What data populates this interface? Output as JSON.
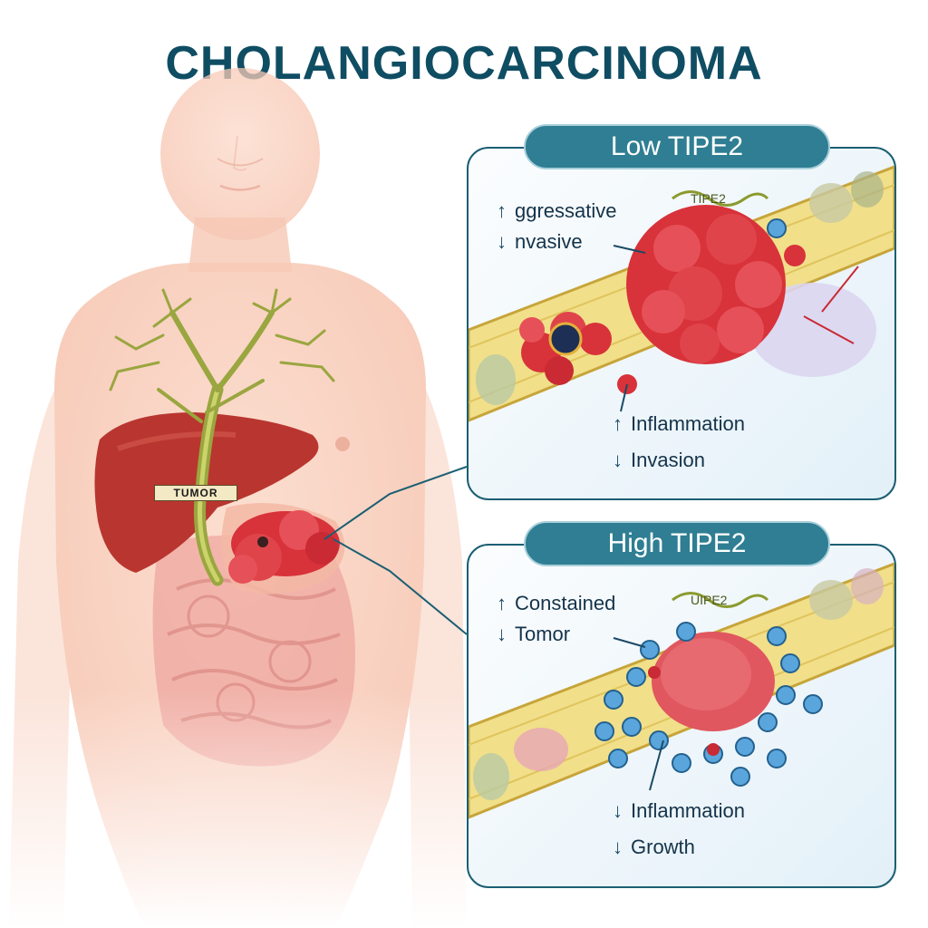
{
  "title": "CHOLANGIOCARCINOMA",
  "body_label": "TUMOR",
  "panels": {
    "low": {
      "header": "Low TIPE2",
      "top_indicators": [
        {
          "arrow": "↑",
          "text": "ggressative"
        },
        {
          "arrow": "↓",
          "text": "nvasive"
        }
      ],
      "bottom_indicators": [
        {
          "arrow": "↑",
          "text": "Inflammation"
        },
        {
          "arrow": "↓",
          "text": "Invasion"
        }
      ],
      "protein_label": "TIPE2"
    },
    "high": {
      "header": "High TIPE2",
      "top_indicators": [
        {
          "arrow": "↑",
          "text": "Constained"
        },
        {
          "arrow": "↓",
          "text": "Tomor"
        }
      ],
      "bottom_indicators": [
        {
          "arrow": "↓",
          "text": "Inflammation"
        },
        {
          "arrow": "↓",
          "text": "Growth"
        }
      ],
      "protein_label": "UIPE2"
    }
  },
  "colors": {
    "title": "#0f4d63",
    "header_pill": "#2f7e93",
    "panel_border": "#1b5f73",
    "tumor_red": "#d8323a",
    "immune_blue": "#5aa6dc",
    "liver": "#b8362f",
    "bile_duct": "#9aa63f"
  }
}
